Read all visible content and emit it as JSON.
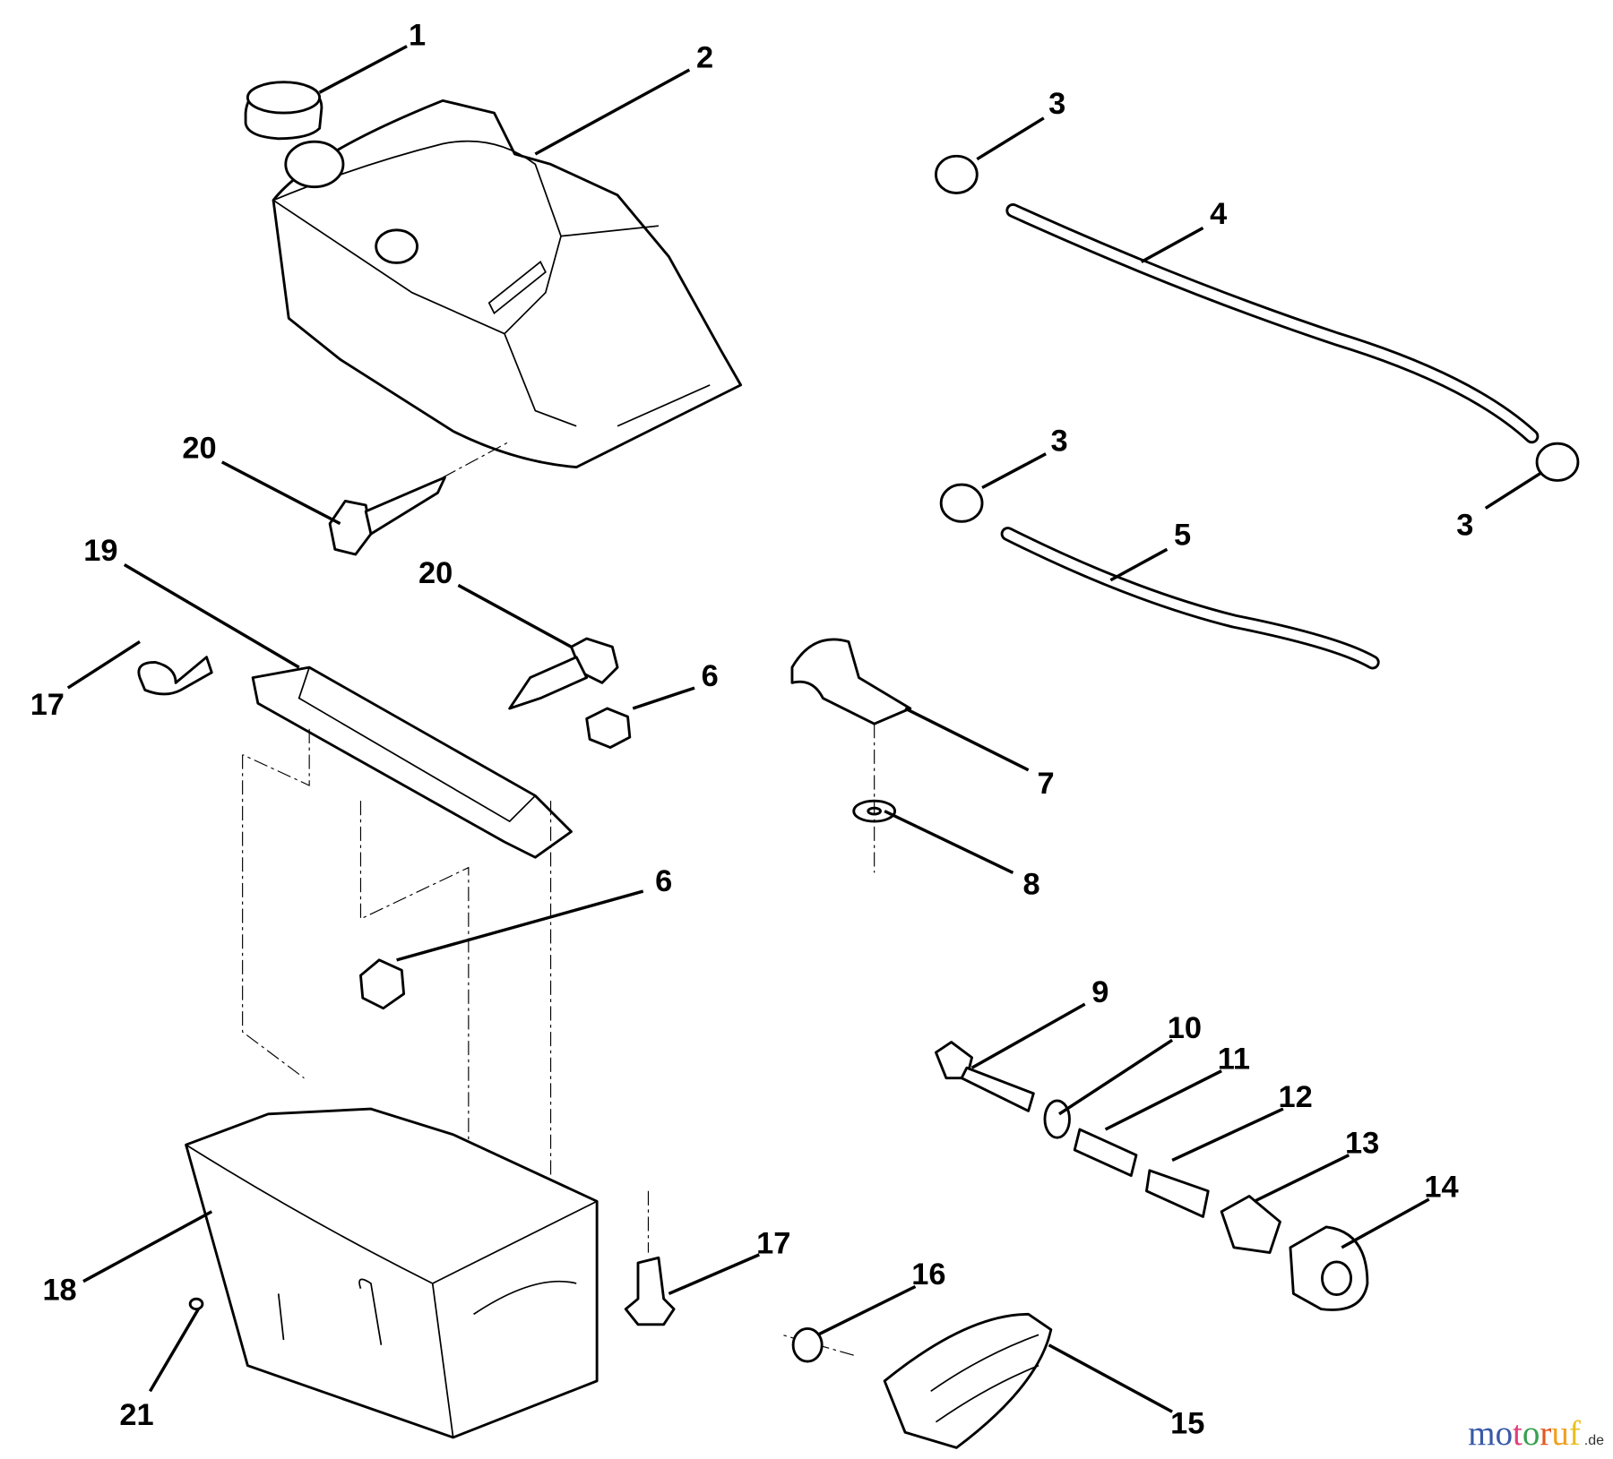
{
  "diagram": {
    "callouts": [
      "1",
      "2",
      "3",
      "4",
      "3",
      "3",
      "5",
      "20",
      "19",
      "20",
      "17",
      "6",
      "7",
      "8",
      "6",
      "9",
      "10",
      "11",
      "12",
      "13",
      "14",
      "16",
      "17",
      "15",
      "18",
      "21"
    ]
  },
  "watermark": {
    "letters": [
      "m",
      "o",
      "t",
      "o",
      "r",
      "u",
      "f"
    ],
    "colors": [
      "#3a5aa8",
      "#3a5aa8",
      "#e0407a",
      "#3aa050",
      "#e05a20",
      "#f0a020",
      "#e8c020"
    ],
    "suffix": ".de"
  }
}
